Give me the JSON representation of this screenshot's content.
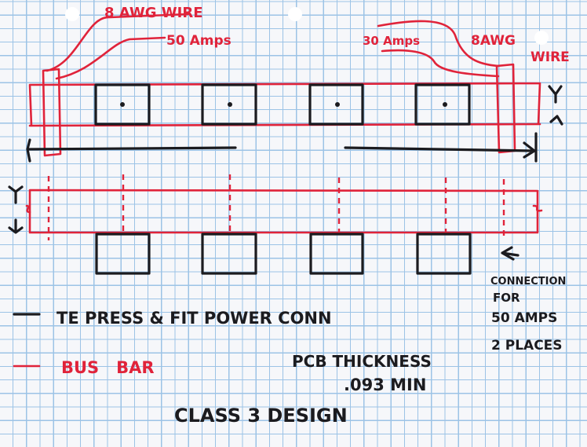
{
  "labels": {
    "left_wire": "8 AWG WIRE",
    "left_amps": "50 Amps",
    "right_amps": "30 Amps",
    "right_wire_1": "8AWG",
    "right_wire_2": "WIRE",
    "connection_1": "CONNECTION",
    "connection_2": "FOR",
    "connection_3": "50 AMPS",
    "connection_4": "2 PLACES",
    "legend_black": "TE PRESS & FIT POWER CONN",
    "legend_red": "BUS   BAR",
    "pcb_thickness": "PCB THICKNESS",
    "pcb_value": ".093 MIN",
    "design_class": "CLASS 3 DESIGN"
  },
  "colors": {
    "red_ink": "#e0233a",
    "black_ink": "#1b1b1f",
    "grid": "#9cc3e6"
  }
}
